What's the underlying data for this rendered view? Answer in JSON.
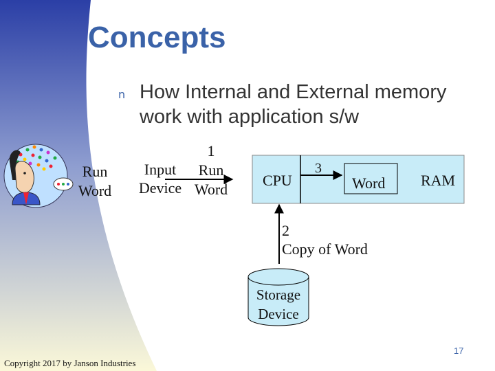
{
  "slide": {
    "title": "Concepts",
    "bullet_marker": "n",
    "bullet_text": "How Internal and External memory work with application s/w",
    "page_number": "17",
    "copyright": "Copyright 2017 by Janson Industries"
  },
  "diagram": {
    "user_label_line1": "Run",
    "user_label_line2": "Word",
    "input_line1": "Input",
    "input_line2": "Device",
    "step1_number": "1",
    "step1_line1": "Run",
    "step1_line2": "Word",
    "cpu_label": "CPU",
    "step3_number": "3",
    "word_label": "Word",
    "ram_label": "RAM",
    "step2_number": "2",
    "step2_text": "Copy of Word",
    "storage_line1": "Storage",
    "storage_line2": "Device"
  },
  "colors": {
    "title": "#3a62a8",
    "gradient_top": "#2b3fa6",
    "gradient_bottom": "#fbf8d8",
    "box_fill": "#c8ecf8"
  }
}
